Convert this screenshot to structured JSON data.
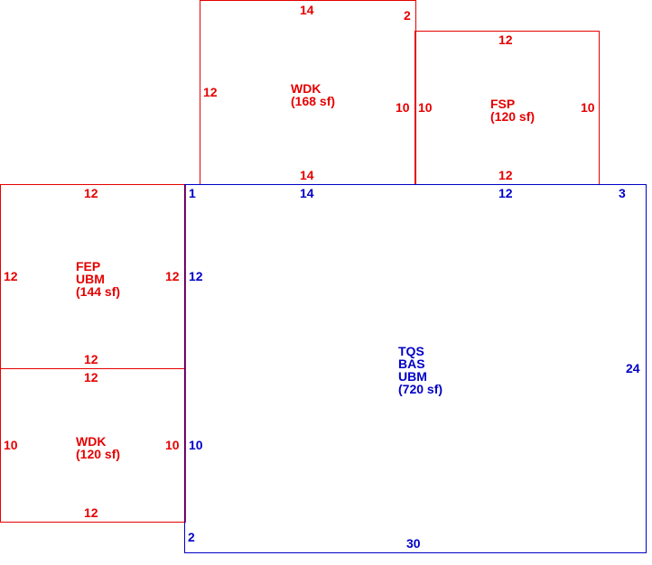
{
  "colors": {
    "addition": "#e60000",
    "main": "#0000c8"
  },
  "rooms": {
    "wdk_top": {
      "code": "WDK",
      "area": "(168 sf)",
      "dims": {
        "top": "14",
        "left": "12",
        "right": "10",
        "bottom": "14"
      },
      "corner": "2"
    },
    "fsp": {
      "code": "FSP",
      "area": "(120 sf)",
      "dims": {
        "top": "12",
        "left": "10",
        "right": "10",
        "bottom": "12"
      }
    },
    "fep": {
      "code1": "FEP",
      "code2": "UBM",
      "area": "(144 sf)",
      "dims": {
        "top": "12",
        "left": "12",
        "right": "12",
        "bottom": "12"
      }
    },
    "wdk_bottom": {
      "code": "WDK",
      "area": "(120 sf)",
      "dims": {
        "top": "12",
        "left": "10",
        "right": "10",
        "bottom": "12"
      }
    },
    "main": {
      "code1": "TQS",
      "code2": "BAS",
      "code3": "UBM",
      "area": "(720 sf)",
      "dims": {
        "top_left": "14",
        "top_right": "12",
        "left_upper": "12",
        "left_lower": "10",
        "right": "24",
        "bottom": "30"
      },
      "corners": {
        "top_left": "1",
        "top_right": "3",
        "bottom_left": "2"
      }
    }
  }
}
